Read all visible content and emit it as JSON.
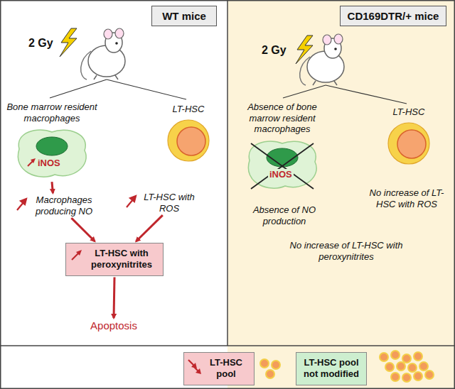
{
  "diagram": {
    "nodes": [
      {
        "text": [
          "WT mice"
        ]
      },
      {
        "text": [
          "CD169DTR/+ mice"
        ]
      },
      {
        "text": [
          "Bone marrow resident macrophages",
          "iNOS"
        ]
      },
      {
        "text": [
          "LT-HSC"
        ]
      },
      {
        "text": [
          "Macrophages producing NO"
        ]
      },
      {
        "text": [
          "LT-HSC with ROS"
        ]
      },
      {
        "text": [
          "LT-HSC with peroxynitrites"
        ]
      },
      {
        "text": [
          "Apoptosis"
        ]
      },
      {
        "text": [
          "Absence of bone marrow resident macrophages",
          "iNOS"
        ]
      },
      {
        "text": [
          "LT-HSC"
        ]
      },
      {
        "text": [
          "Absence of NO production"
        ]
      },
      {
        "text": [
          "No increase of LT-HSC with ROS"
        ]
      },
      {
        "text": [
          "No increase of LT-HSC with peroxynitrites"
        ]
      },
      {
        "text": [
          "LT-HSC pool"
        ]
      },
      {
        "text": [
          "LT-HSC pool not modified"
        ]
      }
    ],
    "edges": [
      {
        "from": 2,
        "to": 4,
        "arrow": "to"
      },
      {
        "from": 4,
        "to": 6,
        "arrow": "to"
      },
      {
        "from": 5,
        "to": 6,
        "arrow": "to"
      },
      {
        "from": 6,
        "to": 7,
        "arrow": "to"
      }
    ],
    "labels": [
      "2 Gy",
      "2 Gy"
    ]
  }
}
